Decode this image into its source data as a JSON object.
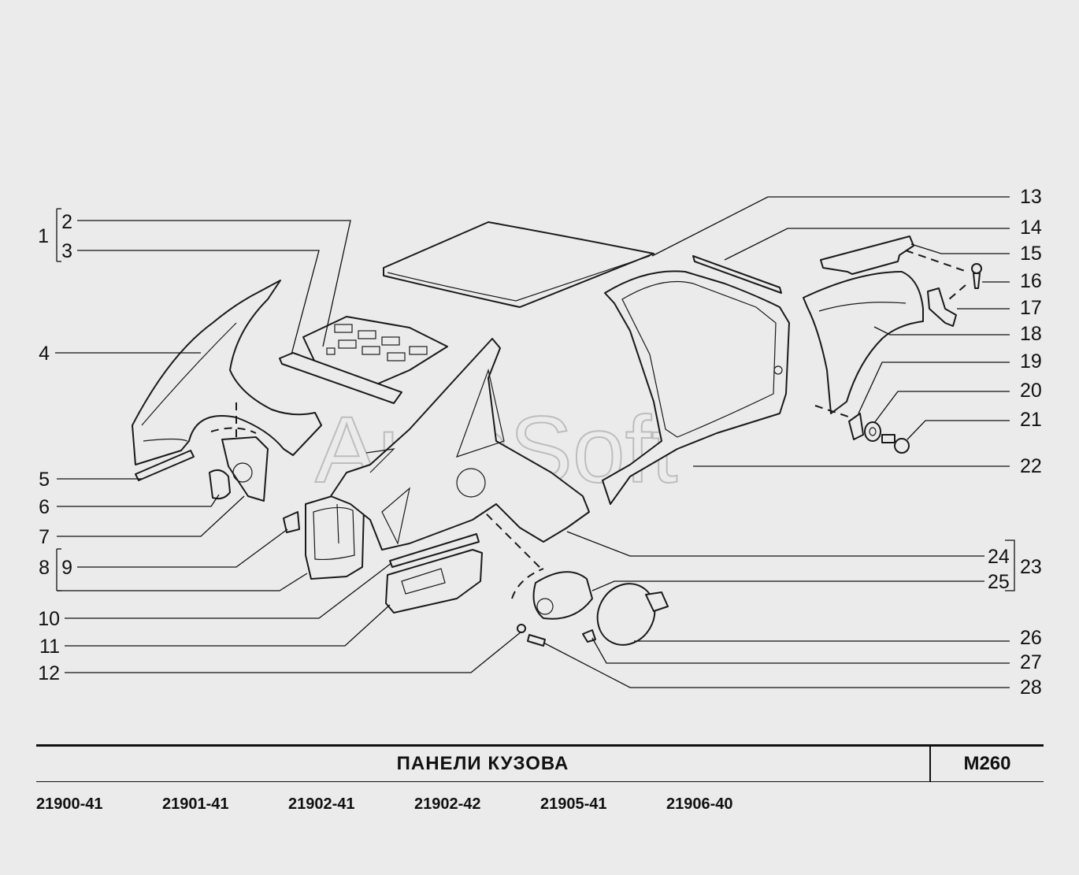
{
  "watermark": "AutoSoft",
  "labels_left": [
    "1",
    "2",
    "3",
    "4",
    "5",
    "6",
    "7",
    "8",
    "9",
    "10",
    "11",
    "12"
  ],
  "labels_right": [
    "13",
    "14",
    "15",
    "16",
    "17",
    "18",
    "19",
    "20",
    "21",
    "22",
    "23",
    "24",
    "25",
    "26",
    "27",
    "28"
  ],
  "title": "ПАНЕЛИ   КУЗОВА",
  "code": "M260",
  "models": [
    "21900-41",
    "21901-41",
    "21902-41",
    "21902-42",
    "21905-41",
    "21906-40"
  ]
}
